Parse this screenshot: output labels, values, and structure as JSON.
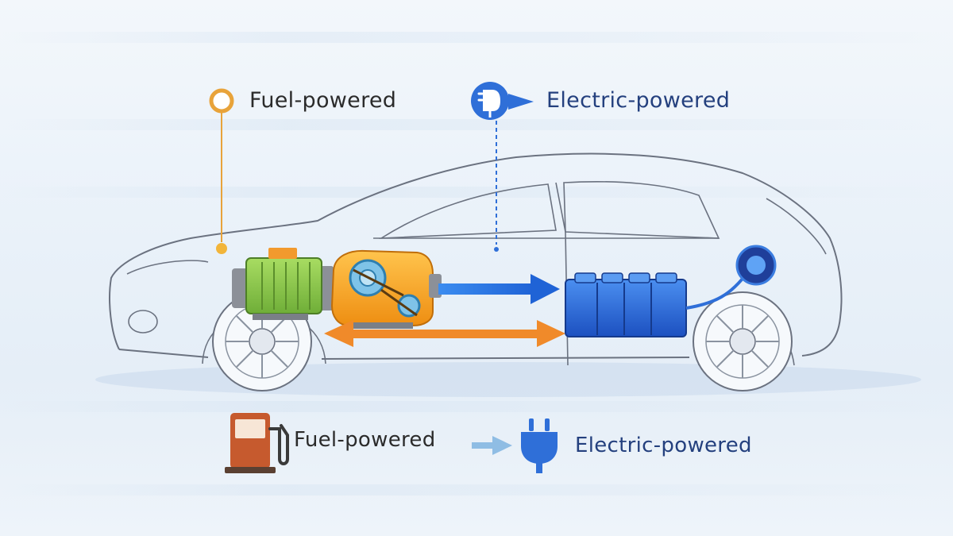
{
  "legend_top": {
    "fuel_label": "Fuel-powered",
    "electric_label": "Electric-powered"
  },
  "legend_bottom": {
    "fuel_label": "Fuel-powered",
    "electric_label": "Electric-powered"
  },
  "colors": {
    "fuel_accent": "#e8a33a",
    "electric_accent": "#2f6fd8",
    "orange_arrow": "#f08a2a",
    "blue_arrow": "#2f7de0",
    "motor_green": "#8cc84b",
    "engine_orange": "#f6a524",
    "battery_blue": "#2a6fe0",
    "pump_red": "#c65a2e",
    "car_outline": "#6b7280"
  },
  "icons": {
    "fuel_marker": "ring-icon",
    "electric_marker": "plug-icon",
    "fuel_pump": "fuel-pump-icon",
    "plug": "plug-icon",
    "transition_arrow": "arrow-right-icon"
  }
}
